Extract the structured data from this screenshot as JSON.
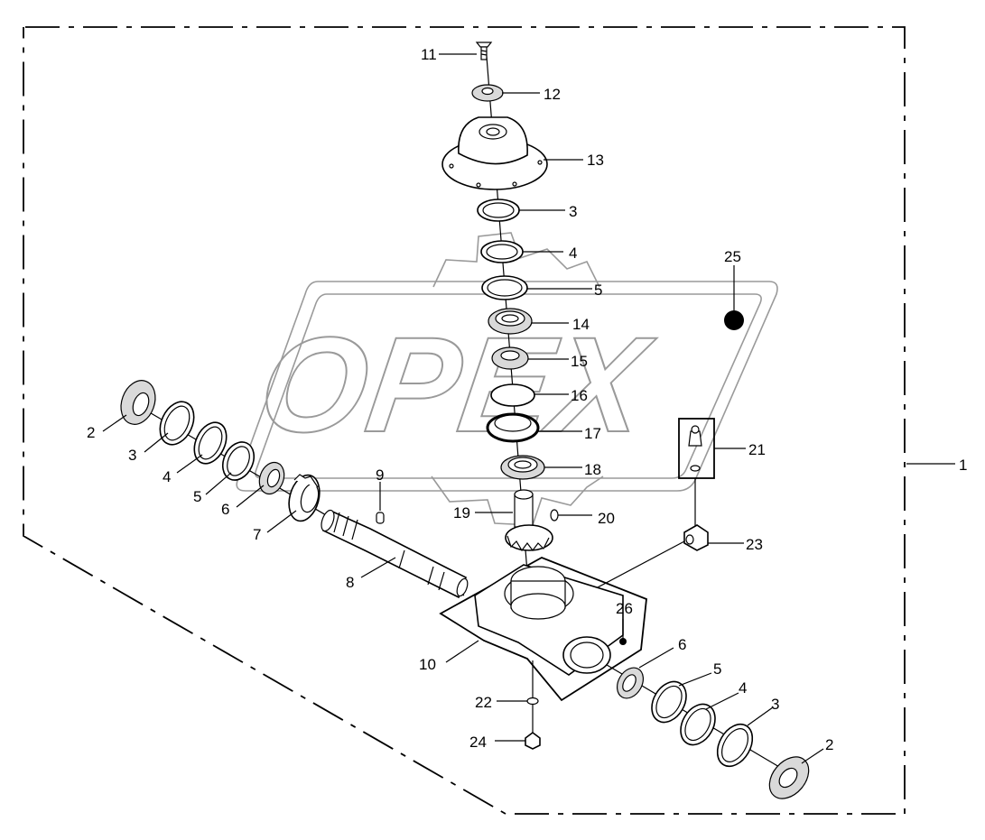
{
  "watermark": {
    "text": "OPEX"
  },
  "callouts": [
    {
      "id": "c1",
      "text": "1"
    },
    {
      "id": "c2a",
      "text": "2"
    },
    {
      "id": "c2b",
      "text": "2"
    },
    {
      "id": "c3a",
      "text": "3"
    },
    {
      "id": "c3b",
      "text": "3"
    },
    {
      "id": "c3c",
      "text": "3"
    },
    {
      "id": "c4a",
      "text": "4"
    },
    {
      "id": "c4b",
      "text": "4"
    },
    {
      "id": "c4c",
      "text": "4"
    },
    {
      "id": "c5a",
      "text": "5"
    },
    {
      "id": "c5b",
      "text": "5"
    },
    {
      "id": "c5c",
      "text": "5"
    },
    {
      "id": "c6a",
      "text": "6"
    },
    {
      "id": "c6b",
      "text": "6"
    },
    {
      "id": "c7",
      "text": "7"
    },
    {
      "id": "c8",
      "text": "8"
    },
    {
      "id": "c9",
      "text": "9"
    },
    {
      "id": "c10",
      "text": "10"
    },
    {
      "id": "c11",
      "text": "11"
    },
    {
      "id": "c12",
      "text": "12"
    },
    {
      "id": "c13",
      "text": "13"
    },
    {
      "id": "c14",
      "text": "14"
    },
    {
      "id": "c15",
      "text": "15"
    },
    {
      "id": "c16",
      "text": "16"
    },
    {
      "id": "c17",
      "text": "17"
    },
    {
      "id": "c18",
      "text": "18"
    },
    {
      "id": "c19",
      "text": "19"
    },
    {
      "id": "c20",
      "text": "20"
    },
    {
      "id": "c21",
      "text": "21"
    },
    {
      "id": "c22",
      "text": "22"
    },
    {
      "id": "c23",
      "text": "23"
    },
    {
      "id": "c24",
      "text": "24"
    },
    {
      "id": "c25",
      "text": "25"
    },
    {
      "id": "c26",
      "text": "26"
    }
  ]
}
